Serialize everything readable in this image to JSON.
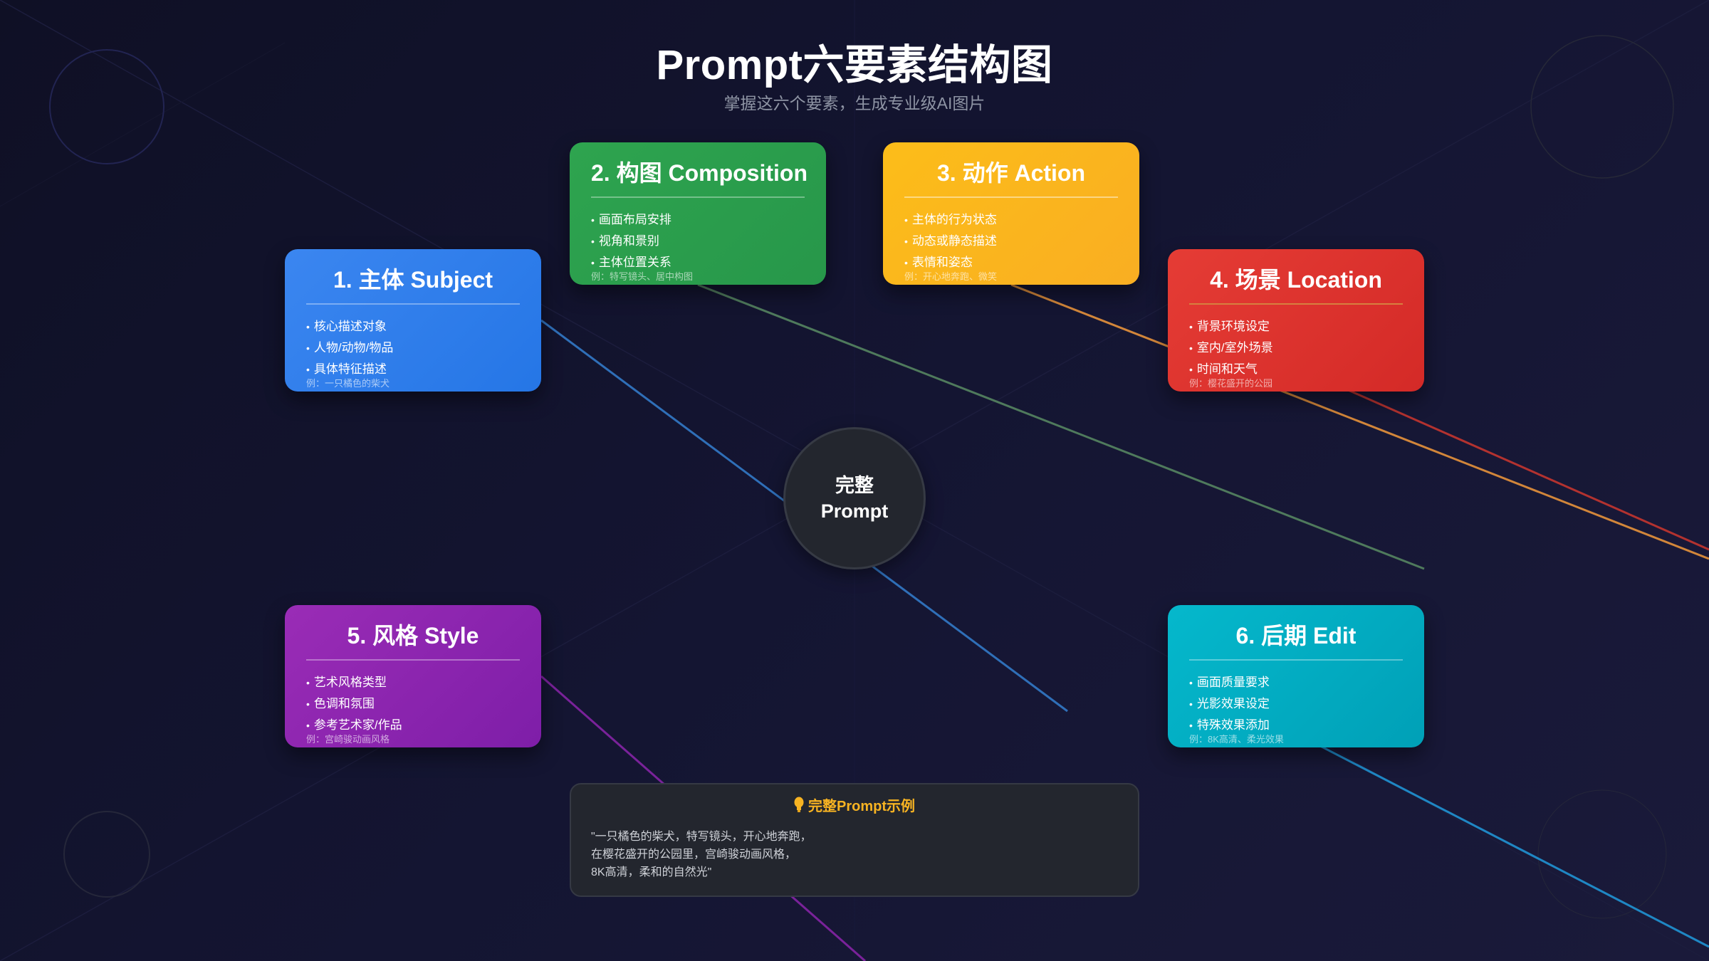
{
  "header": {
    "title": "Prompt六要素结构图",
    "subtitle": "掌握这六个要素，生成专业级AI图片"
  },
  "center": {
    "line1": "完整",
    "line2": "Prompt"
  },
  "elements": [
    {
      "title": "1. 主体 Subject",
      "color": "#2f7eea",
      "items": [
        "核心描述对象",
        "人物/动物/物品",
        "具体特征描述"
      ],
      "example": "例：一只橘色的柴犬"
    },
    {
      "title": "2. 构图 Composition",
      "color": "#2a9e4c",
      "items": [
        "画面布局安排",
        "视角和景别",
        "主体位置关系"
      ],
      "example": "例：特写镜头、居中构图"
    },
    {
      "title": "3. 动作 Action",
      "color": "#fbb51e",
      "items": [
        "主体的行为状态",
        "动态或静态描述",
        "表情和姿态"
      ],
      "example": "例：开心地奔跑、微笑"
    },
    {
      "title": "4. 场景 Location",
      "color": "#dd332e",
      "items": [
        "背景环境设定",
        "室内/室外场景",
        "时间和天气"
      ],
      "example": "例：樱花盛开的公园"
    },
    {
      "title": "5. 风格 Style",
      "color": "#8c25b0",
      "items": [
        "艺术风格类型",
        "色调和氛围",
        "参考艺术家/作品"
      ],
      "example": "例：宫崎骏动画风格"
    },
    {
      "title": "6. 后期 Edit",
      "color": "#02acc1",
      "items": [
        "画面质量要求",
        "光影效果设定",
        "特殊效果添加"
      ],
      "example": "例：8K高清、柔光效果"
    }
  ],
  "example_box": {
    "icon": "lightbulb-icon",
    "title": "完整Prompt示例",
    "lines": [
      "\"一只橘色的柴犬，特写镜头，开心地奔跑，",
      "在樱花盛开的公园里，宫崎骏动画风格，",
      "8K高清，柔和的自然光\""
    ]
  },
  "connector_colors": {
    "subject": "#2f6fb8",
    "composition": "#4f7a5c",
    "action": "#d2863a",
    "location": "#b3322f",
    "style": "#7a229a",
    "edit": "#1f87c4"
  }
}
